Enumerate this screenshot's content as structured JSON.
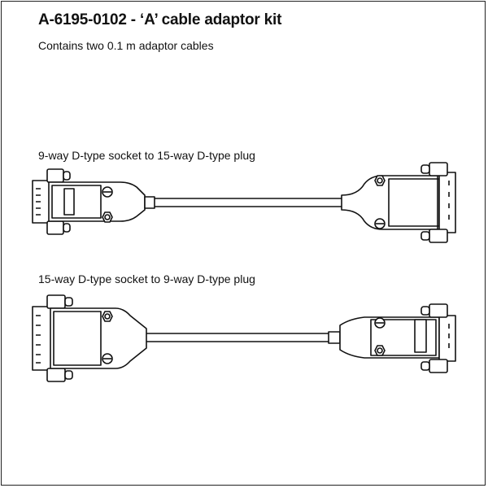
{
  "header": {
    "title": "A-6195-0102 - ‘A’ cable adaptor kit",
    "subtitle": "Contains two 0.1 m adaptor cables"
  },
  "cables": [
    {
      "label": "9-way D-type socket to 15-way D-type plug",
      "left_connector": "9-way D-type socket",
      "right_connector": "15-way D-type plug"
    },
    {
      "label": "15-way D-type socket to 9-way D-type plug",
      "left_connector": "15-way D-type socket",
      "right_connector": "9-way D-type plug"
    }
  ],
  "colors": {
    "line": "#111111",
    "background": "#ffffff"
  }
}
